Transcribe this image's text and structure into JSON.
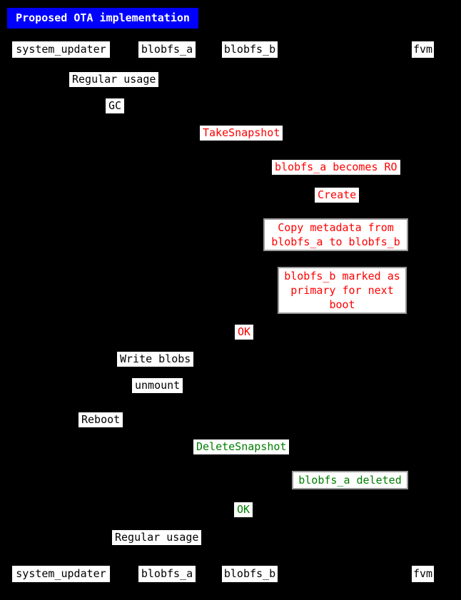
{
  "diagram": {
    "title": "Proposed OTA implementation",
    "participants": [
      {
        "name": "system_updater"
      },
      {
        "name": "blobfs_a"
      },
      {
        "name": "blobfs_b"
      },
      {
        "name": "fvm"
      }
    ],
    "messages": [
      {
        "text": "Regular usage",
        "color": "black"
      },
      {
        "text": "GC",
        "color": "black"
      },
      {
        "text": "TakeSnapshot",
        "color": "red"
      },
      {
        "text": "blobfs_a becomes RO",
        "color": "red"
      },
      {
        "text": "Create",
        "color": "red"
      },
      {
        "text": "OK",
        "color": "red"
      },
      {
        "text": "Write blobs",
        "color": "black"
      },
      {
        "text": "unmount",
        "color": "black"
      },
      {
        "text": "Reboot",
        "color": "black"
      },
      {
        "text": "DeleteSnapshot",
        "color": "green"
      },
      {
        "text": "OK",
        "color": "green"
      },
      {
        "text": "Regular usage",
        "color": "black"
      }
    ],
    "notes": [
      {
        "text": "Copy metadata from\nblobfs_a to blobfs_b",
        "color": "red"
      },
      {
        "text": "blobfs_b marked as\nprimary for next\nboot",
        "color": "red"
      },
      {
        "text": "blobfs_a deleted",
        "color": "green"
      }
    ],
    "colors": {
      "background": "#000000",
      "title_bg": "#0000ff",
      "title_text": "#ffffff",
      "label_bg": "#ffffff",
      "default_text": "#000000",
      "update_phase_red": "#ff0000",
      "cleanup_phase_green": "#008000",
      "note_border": "#999999"
    }
  }
}
